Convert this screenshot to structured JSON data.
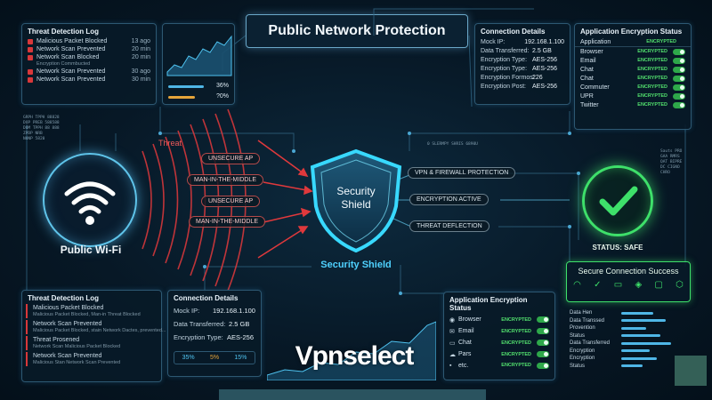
{
  "header": {
    "title": "Public Network Protection"
  },
  "threat_log_top": {
    "title": "Threat Detection Log",
    "items": [
      {
        "label": "Malicious Packet Blocked",
        "time": "13 ago",
        "sub": ""
      },
      {
        "label": "Network Scan Prevented",
        "time": "20 min",
        "sub": ""
      },
      {
        "label": "Network Scan Blocked",
        "time": "20 min",
        "sub": "Encryption Commbucted"
      },
      {
        "label": "Network Scan Prevented",
        "time": "30 ago",
        "sub": ""
      },
      {
        "label": "Network Scan Prevented",
        "time": "30 min",
        "sub": ""
      }
    ]
  },
  "mini_stats": {
    "value_1": "36%",
    "value_2": "?0%"
  },
  "connection_top": {
    "title": "Connection Details",
    "rows": [
      {
        "k": "Mock IP:",
        "v": "192.168.1.100"
      },
      {
        "k": "Data Transferred:",
        "v": "2.5 GB"
      },
      {
        "k": "Encryption Type:",
        "v": "AES-256"
      },
      {
        "k": "Encryption Type:",
        "v": "AES-256"
      },
      {
        "k": "Encryption Formos:",
        "v": "226"
      },
      {
        "k": "Encryption Post:",
        "v": "AES-256"
      }
    ]
  },
  "app_enc_top": {
    "title": "Application Encryption Status",
    "header_label": "Application",
    "header_status": "ENCRYPTED",
    "rows": [
      {
        "label": "Browser",
        "status": "ENCRYPTED"
      },
      {
        "label": "Email",
        "status": "ENCRYPTED"
      },
      {
        "label": "Chat",
        "status": "ENCRYPTED"
      },
      {
        "label": "Chat",
        "status": "ENCRYPTED"
      },
      {
        "label": "Commuter",
        "status": "ENCRYPTED"
      },
      {
        "label": "UPR",
        "status": "ENCRYPTED"
      },
      {
        "label": "Twitter",
        "status": "ENCRYPTED"
      }
    ]
  },
  "left_small_text": [
    "GRPH TPPH 88828",
    "DOP PREB 588588",
    "DOM TPPH 88 888",
    "ZPDP NRB",
    "NONP 5820"
  ],
  "wifi": {
    "label": "Public Wi-Fi"
  },
  "threat_label": "Threat",
  "threat_tags": [
    "UNSECURE AP",
    "MAN-IN-THE-MIDDLE",
    "UNSECURE AP",
    "MAN-IN-THE-MIDDLE"
  ],
  "shield": {
    "line1": "Security",
    "line2": "Shield",
    "caption": "Security Shield"
  },
  "right_tags": [
    "VPN & FIREWALL PROTECTION",
    "ENCRYPTION ACTIVE",
    "THREAT DEFLECTION"
  ],
  "right_small_text": "0  SLERMPY SHRIS 6890U",
  "status": {
    "label": "STATUS: SAFE"
  },
  "status_side_text": [
    "Sauts PRO",
    "GAA RMRS",
    "QAT BIPRE",
    "DC CIGNO",
    "CHRO"
  ],
  "threat_log_bottom": {
    "title": "Threat Detection Log",
    "items": [
      {
        "label": "Malicious Packet Blocked",
        "sub": "Malicious Packet Blocked, Man-in Threat Blocked"
      },
      {
        "label": "Network Scan Prevented",
        "sub": "Malicious Packet Blocked, stain Network Dactes, prevented..."
      },
      {
        "label": "Threat Prosened",
        "sub": "Network Scan Malicious Packet Blocked"
      },
      {
        "label": "Network Scan Prevented",
        "sub": "Malicious Stan Network Scan Prevented"
      }
    ]
  },
  "connection_bottom": {
    "title": "Connection Details",
    "rows": [
      {
        "k": "Mock IP:",
        "v": "192.168.1.100"
      },
      {
        "k": "Data Transferred:",
        "v": "2.5 GB"
      },
      {
        "k": "Encryption Type:",
        "v": "AES-256"
      }
    ],
    "stats": [
      "35%",
      "5%",
      "15%"
    ]
  },
  "app_enc_bottom": {
    "title": "Application Encryption Status",
    "rows": [
      {
        "label": "Browser",
        "status": "ENCRYPTED"
      },
      {
        "label": "Email",
        "status": "ENCRYPTED"
      },
      {
        "label": "Chat",
        "status": "ENCRYPTED"
      },
      {
        "label": "Pars",
        "status": "ENCRYPTED"
      },
      {
        "label": "etc.",
        "status": "ENCRYPTED"
      }
    ]
  },
  "secure_conn": {
    "title": "Secure Connection Success"
  },
  "secure_list": [
    "Data Hen",
    "Data Transsed",
    "Provention",
    "Status",
    "Data Transferred",
    "Encryption",
    "Encryption",
    "Status"
  ],
  "watermark": "Vpnselect",
  "colors": {
    "accent_cyan": "#38d9ff",
    "threat_red": "#e0393c",
    "safe_green": "#3ee06a",
    "panel_border": "#2d5872"
  }
}
